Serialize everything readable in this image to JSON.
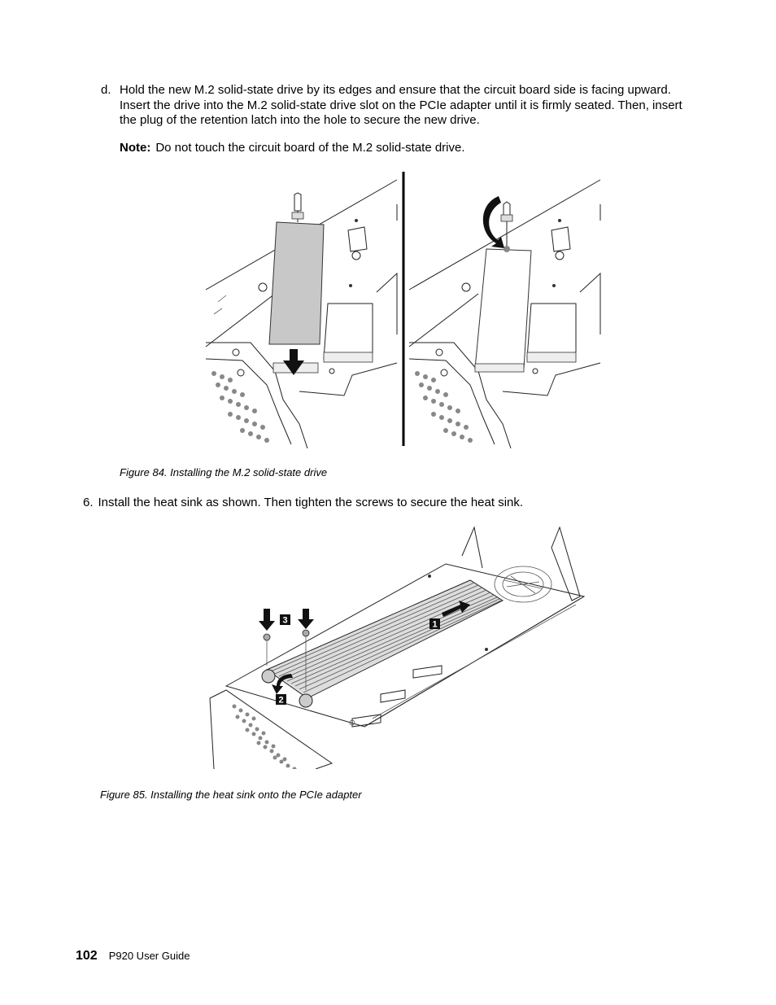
{
  "steps": {
    "d": {
      "marker": "d.",
      "text": "Hold the new M.2 solid-state drive by its edges and ensure that the circuit board side is facing upward. Insert the drive into the M.2 solid-state drive slot on the PCIe adapter until it is firmly seated. Then, insert the plug of the retention latch into the hole to secure the new drive."
    },
    "note": {
      "label": "Note:",
      "text": "Do not touch the circuit board of the M.2 solid-state drive."
    },
    "six": {
      "marker": "6.",
      "text": "Install the heat sink as shown. Then tighten the screws to secure the heat sink."
    }
  },
  "figures": {
    "fig84_caption": "Figure 84. Installing the M.2 solid-state drive",
    "fig85_caption": "Figure 85. Installing the heat sink onto the PCIe adapter",
    "fig85_callouts": [
      "1",
      "2",
      "3"
    ]
  },
  "footer": {
    "page_number": "102",
    "guide_title": "P920 User Guide"
  }
}
